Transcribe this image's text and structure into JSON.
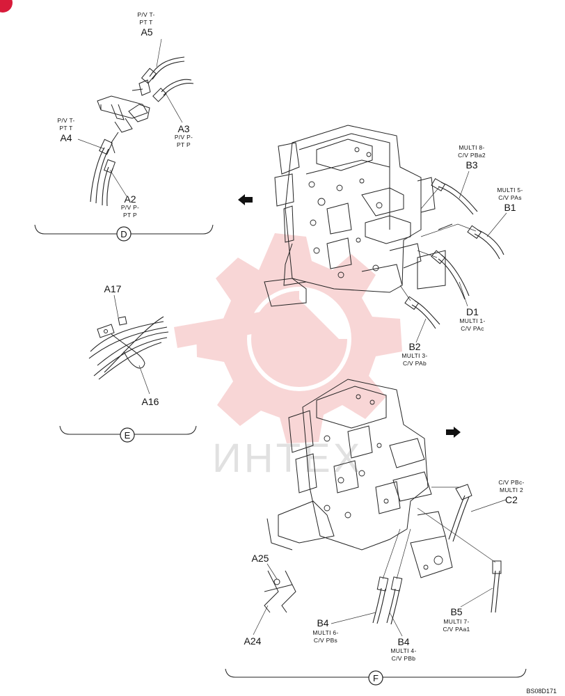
{
  "watermark": {
    "text": "ИНТЕХ",
    "color": "#f3b5b5"
  },
  "detail_D": {
    "circle_label": "D",
    "callouts": [
      {
        "id": "A5",
        "lines": [
          "P/V T-",
          "PT T"
        ]
      },
      {
        "id": "A3",
        "lines": [
          "P/V P-",
          "PT P"
        ]
      },
      {
        "id": "A4",
        "lines": [
          "P/V T-",
          "PT T"
        ]
      },
      {
        "id": "A2",
        "lines": [
          "P/V P-",
          "PT P"
        ]
      }
    ]
  },
  "detail_E": {
    "circle_label": "E",
    "callouts": [
      {
        "id": "A17"
      },
      {
        "id": "A16"
      }
    ]
  },
  "detail_F": {
    "circle_label": "F",
    "callouts": [
      {
        "id": "C2",
        "lines": [
          "C/V PBc-",
          "MULTI 2"
        ]
      },
      {
        "id": "A25"
      },
      {
        "id": "A24"
      },
      {
        "id": "B4",
        "lines": [
          "MULTI 6-",
          "C/V PBs"
        ]
      },
      {
        "id": "B4",
        "lines": [
          "MULTI 4-",
          "C/V PBb"
        ]
      },
      {
        "id": "B5",
        "lines": [
          "MULTI 7-",
          "C/V PAa1"
        ]
      }
    ]
  },
  "main_valve": {
    "callouts": [
      {
        "id": "B3",
        "lines": [
          "MULTI 8-",
          "C/V PBa2"
        ]
      },
      {
        "id": "B1",
        "lines": [
          "MULTI 5-",
          "C/V PAs"
        ]
      },
      {
        "id": "D1",
        "lines": [
          "MULTI 1-",
          "C/V PAc"
        ]
      },
      {
        "id": "B2",
        "lines": [
          "MULTI 3-",
          "C/V PAb"
        ]
      }
    ]
  },
  "drawing_code": "BS08D171"
}
